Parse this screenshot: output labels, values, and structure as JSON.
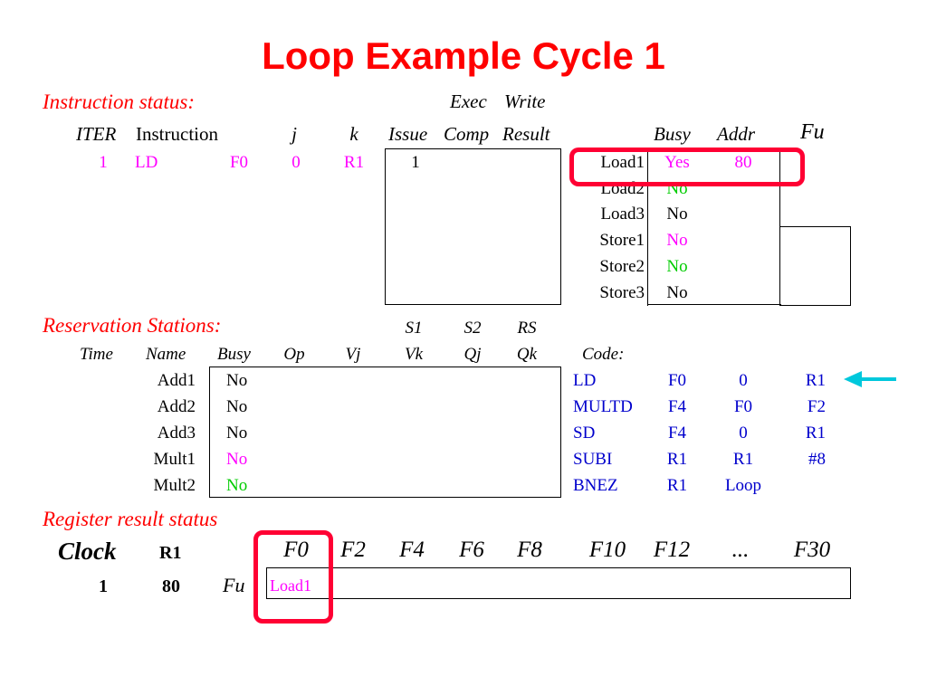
{
  "title": "Loop Example Cycle 1",
  "instruction_status": {
    "label": "Instruction status:",
    "header_top": {
      "exec": "Exec",
      "write": "Write"
    },
    "headers": {
      "iter": "ITER",
      "instruction": "Instruction",
      "j": "j",
      "k": "k",
      "issue": "Issue",
      "comp": "Comp",
      "result": "Result"
    },
    "rows": [
      {
        "iter": "1",
        "op": "LD",
        "dest": "F0",
        "j": "0",
        "k": "R1",
        "issue": "1",
        "comp": "",
        "result": ""
      }
    ]
  },
  "load_store": {
    "headers": {
      "busy": "Busy",
      "addr": "Addr",
      "fu": "Fu"
    },
    "rows": [
      {
        "name": "Load1",
        "busy": "Yes",
        "addr": "80"
      },
      {
        "name": "Load2",
        "busy": "No",
        "addr": ""
      },
      {
        "name": "Load3",
        "busy": "No",
        "addr": ""
      },
      {
        "name": "Store1",
        "busy": "No",
        "addr": ""
      },
      {
        "name": "Store2",
        "busy": "No",
        "addr": ""
      },
      {
        "name": "Store3",
        "busy": "No",
        "addr": ""
      }
    ]
  },
  "reservation_stations": {
    "label": "Reservation Stations:",
    "header_top": {
      "s1": "S1",
      "s2": "S2",
      "rs": "RS"
    },
    "headers": {
      "time": "Time",
      "name": "Name",
      "busy": "Busy",
      "op": "Op",
      "vj": "Vj",
      "vk": "Vk",
      "qj": "Qj",
      "qk": "Qk",
      "code": "Code:"
    },
    "rows": [
      {
        "name": "Add1",
        "busy": "No"
      },
      {
        "name": "Add2",
        "busy": "No"
      },
      {
        "name": "Add3",
        "busy": "No"
      },
      {
        "name": "Mult1",
        "busy": "No"
      },
      {
        "name": "Mult2",
        "busy": "No"
      }
    ]
  },
  "code": [
    {
      "op": "LD",
      "a": "F0",
      "b": "0",
      "c": "R1"
    },
    {
      "op": "MULTD",
      "a": "F4",
      "b": "F0",
      "c": "F2"
    },
    {
      "op": "SD",
      "a": "F4",
      "b": "0",
      "c": "R1"
    },
    {
      "op": "SUBI",
      "a": "R1",
      "b": "R1",
      "c": "#8"
    },
    {
      "op": "BNEZ",
      "a": "R1",
      "b": "Loop",
      "c": ""
    }
  ],
  "register_status": {
    "label": "Register result status",
    "clock_label": "Clock",
    "r1_label": "R1",
    "clock_value": "1",
    "r1_value": "80",
    "fu_label": "Fu",
    "registers": [
      "F0",
      "F2",
      "F4",
      "F6",
      "F8",
      "F10",
      "F12",
      "...",
      "F30"
    ],
    "fu_values": [
      "Load1",
      "",
      "",
      "",
      "",
      "",
      "",
      "",
      ""
    ]
  },
  "colors": {
    "title": "#ff0000",
    "highlight": "#ff0033",
    "arrow": "#00c8dc",
    "magenta": "#ff00ff",
    "green": "#00cc00",
    "blue": "#0000cc"
  },
  "icons": {
    "pointer": "arrow-left-icon"
  }
}
